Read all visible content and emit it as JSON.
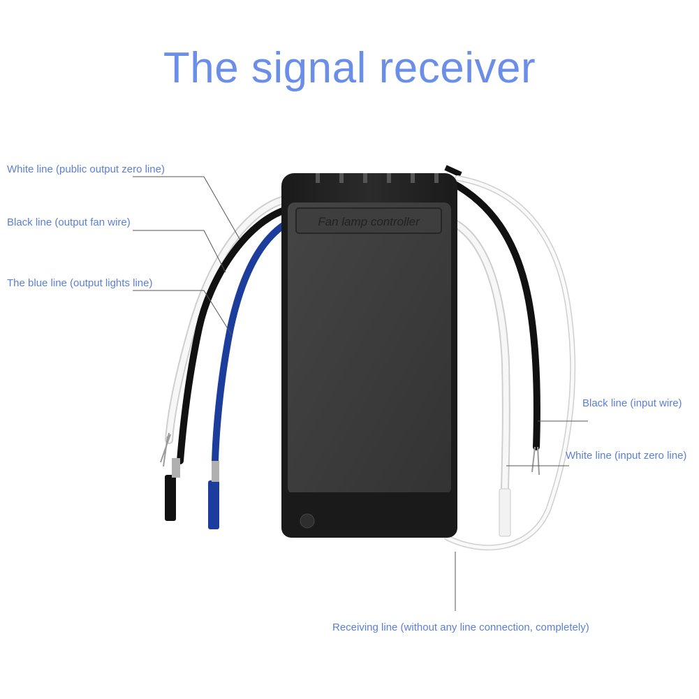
{
  "title": "The signal receiver",
  "device": {
    "label": "Fan lamp controller",
    "colors": {
      "body": "#262626",
      "panel": "#3a3a3a",
      "blue_wire": "#1c3d9c",
      "label_text": "#5b7fd6",
      "title_text": "#6b8ee8"
    }
  },
  "labels": {
    "white_output_zero": "White line (public output zero line)",
    "black_output_fan": "Black line (output fan wire)",
    "blue_output_lights": "The blue line (output lights line)",
    "black_input": "Black line (input wire)",
    "white_input_zero": "White line (input zero line)",
    "receiving_line": "Receiving line (without any line connection, completely)"
  }
}
